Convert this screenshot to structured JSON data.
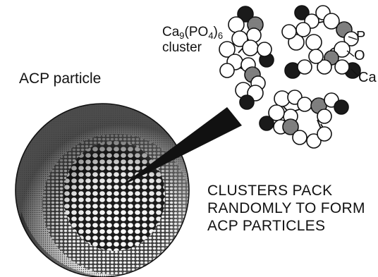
{
  "labels": {
    "acp_particle": "ACP particle",
    "formula": {
      "base": "Ca",
      "sub1": "9",
      "mid": "(PO",
      "sub2": "4",
      "close": ")",
      "sub3": "6"
    },
    "cluster_word": "cluster",
    "atom_p": "P",
    "atom_o": "O",
    "atom_ca": "Ca"
  },
  "caption": {
    "line1": "CLUSTERS PACK",
    "line2": "RANDOMLY TO FORM",
    "line3": "ACP PARTICLES"
  },
  "colors": {
    "ink": "#111111",
    "paper": "#ffffff",
    "phosphorus_shade": "#9a9a9a",
    "calcium_fill": "#1a1a1a"
  },
  "icons": {
    "phosphorus_atom": "stippled-sphere",
    "oxygen_atom": "white-sphere",
    "calcium_atom": "black-sphere"
  }
}
